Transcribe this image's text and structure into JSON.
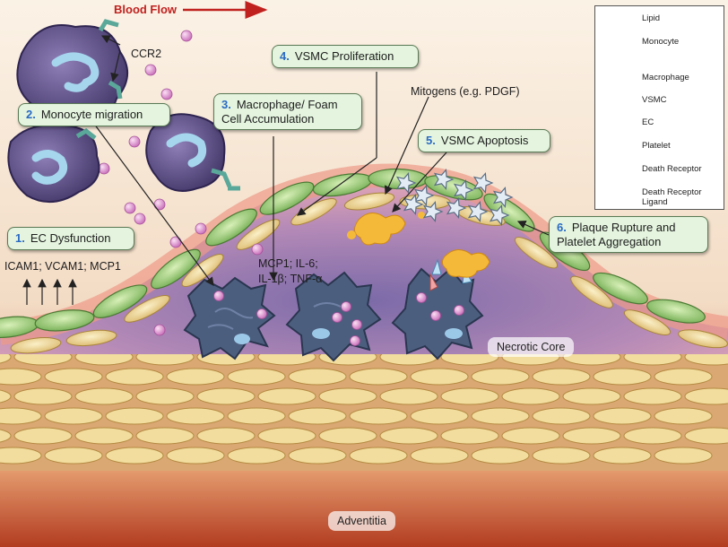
{
  "header": {
    "blood_flow": "Blood Flow"
  },
  "steps": {
    "s1": {
      "num": "1.",
      "text": "EC Dysfunction"
    },
    "s2": {
      "num": "2.",
      "text": "Monocyte migration"
    },
    "s3": {
      "num": "3.",
      "text": "Macrophage/ Foam Cell Accumulation"
    },
    "s4": {
      "num": "4.",
      "text": "VSMC Proliferation"
    },
    "s5": {
      "num": "5.",
      "text": "VSMC Apoptosis"
    },
    "s6": {
      "num": "6.",
      "text": "Plaque Rupture and Platelet Aggregation"
    }
  },
  "labels": {
    "ccr2": "CCR2",
    "icam": "ICAM1; VCAM1; MCP1",
    "cytokines_line1": "MCP1; IL-6;",
    "cytokines_line2": "IL-1β; TNF-α",
    "mitogens": "Mitogens (e.g. PDGF)",
    "necrotic_core": "Necrotic Core",
    "adventitia": "Adventitia"
  },
  "legend": {
    "items": [
      {
        "label": "Lipid",
        "icon": "lipid-icon"
      },
      {
        "label": "Monocyte",
        "icon": "monocyte-icon"
      },
      {
        "label": "Macrophage",
        "icon": "macrophage-icon"
      },
      {
        "label": "VSMC",
        "icon": "vsmc-icon"
      },
      {
        "label": "EC",
        "icon": "ec-icon"
      },
      {
        "label": "Platelet",
        "icon": "platelet-icon"
      },
      {
        "label": "Death Receptor",
        "icon": "death-receptor-icon"
      },
      {
        "label": "Death Receptor Ligand",
        "icon": "death-receptor-ligand-icon"
      }
    ]
  },
  "colors": {
    "lipid": "#e8a3d9",
    "monocyte": "#6b5a93",
    "macrophage": "#4c5e7e",
    "vsmc": "#f0d99a",
    "ec": "#a8d68a",
    "platelet": "#d9e4f0",
    "step_number": "#2a6ac4",
    "blood_flow": "#c0211f"
  }
}
